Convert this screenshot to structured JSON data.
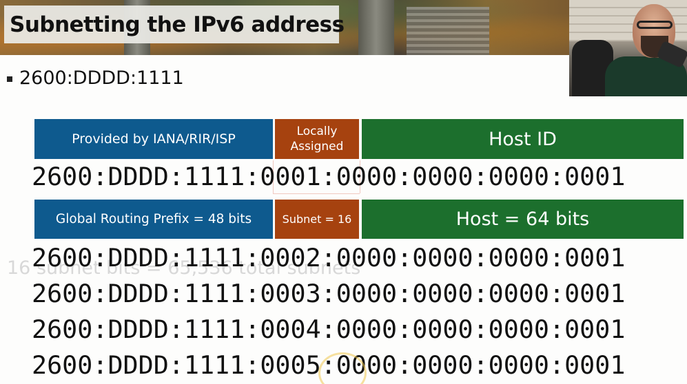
{
  "title": "Subnetting the IPv6 address",
  "bullet": "2600:DDDD:1111",
  "faded_bullet": "16 subnet bits = 65,536 total subnets",
  "top_boxes": {
    "provided": "Provided by IANA/RIR/ISP",
    "locally_line1": "Locally",
    "locally_line2": "Assigned",
    "host_id": "Host ID"
  },
  "main_address": "2600:DDDD:1111:0001:0000:0000:0000:0001",
  "bottom_boxes": {
    "global_prefix": "Global Routing Prefix = 48 bits",
    "subnet": "Subnet = 16",
    "host": "Host = 64 bits"
  },
  "addresses": [
    "2600:DDDD:1111:0002:0000:0000:0000:0001",
    "2600:DDDD:1111:0003:0000:0000:0000:0001",
    "2600:DDDD:1111:0004:0000:0000:0000:0001",
    "2600:DDDD:1111:0005:0000:0000:0000:0001"
  ],
  "colors": {
    "blue": "#0e5a8e",
    "brown": "#a6420f",
    "green": "#1c6f2d"
  }
}
